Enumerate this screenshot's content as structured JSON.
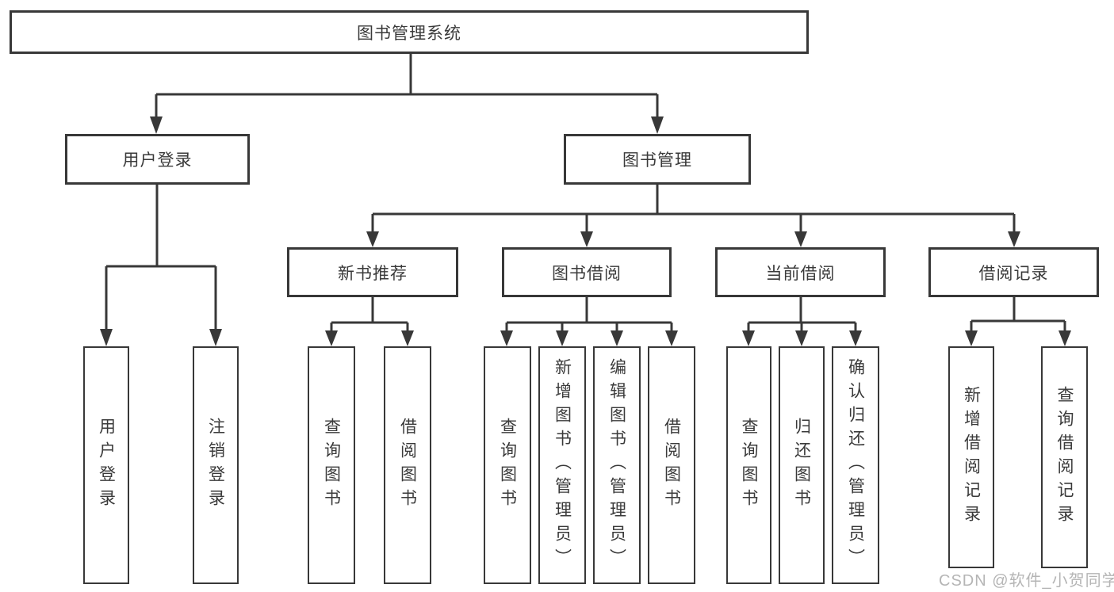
{
  "diagram_title": "图书管理系统",
  "tree": {
    "label": "图书管理系统",
    "children": [
      {
        "label": "用户登录",
        "children": [
          {
            "label": "用户登录"
          },
          {
            "label": "注销登录"
          }
        ]
      },
      {
        "label": "图书管理",
        "children": [
          {
            "label": "新书推荐",
            "children": [
              {
                "label": "查询图书"
              },
              {
                "label": "借阅图书"
              }
            ]
          },
          {
            "label": "图书借阅",
            "children": [
              {
                "label": "查询图书"
              },
              {
                "label": "新增图书（管理员）"
              },
              {
                "label": "编辑图书（管理员）"
              },
              {
                "label": "借阅图书"
              }
            ]
          },
          {
            "label": "当前借阅",
            "children": [
              {
                "label": "查询图书"
              },
              {
                "label": "归还图书"
              },
              {
                "label": "确认归还（管理员）"
              }
            ]
          },
          {
            "label": "借阅记录",
            "children": [
              {
                "label": "新增借阅记录"
              },
              {
                "label": "查询借阅记录"
              }
            ]
          }
        ]
      }
    ]
  },
  "watermark": {
    "text": "CSDN @软件_小贺同学"
  },
  "colors": {
    "line": "#383838",
    "box_border": "#383838",
    "text": "#3a3a3a",
    "watermark": "#b5b5b5",
    "background": "#ffffff"
  }
}
